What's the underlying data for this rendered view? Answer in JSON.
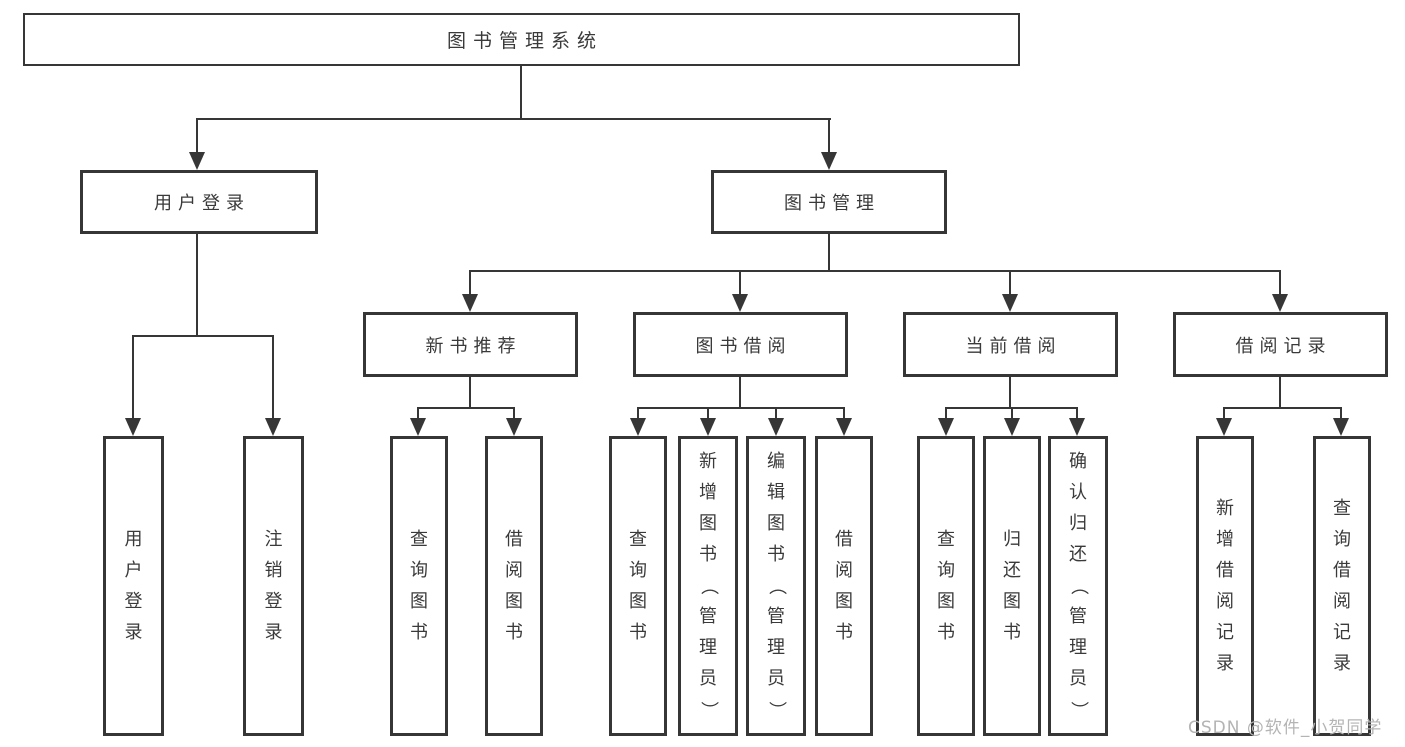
{
  "diagram": {
    "root": {
      "label": "图书管理系统"
    },
    "branches": [
      {
        "label": "用户登录",
        "children": [
          "用户登录",
          "注销登录"
        ]
      },
      {
        "label": "图书管理",
        "groups": [
          {
            "label": "新书推荐",
            "children": [
              "查询图书",
              "借阅图书"
            ]
          },
          {
            "label": "图书借阅",
            "children": [
              "查询图书",
              "新增图书（管理员）",
              "编辑图书（管理员）",
              "借阅图书"
            ]
          },
          {
            "label": "当前借阅",
            "children": [
              "查询图书",
              "归还图书",
              "确认归还（管理员）"
            ]
          },
          {
            "label": "借阅记录",
            "children": [
              "新增借阅记录",
              "查询借阅记录"
            ]
          }
        ]
      }
    ],
    "watermark": "CSDN @软件_小贺同学",
    "colors": {
      "line": "#363636",
      "text": "#3a3a3a",
      "watermark": "#b4b4b4",
      "background": "#ffffff"
    }
  }
}
